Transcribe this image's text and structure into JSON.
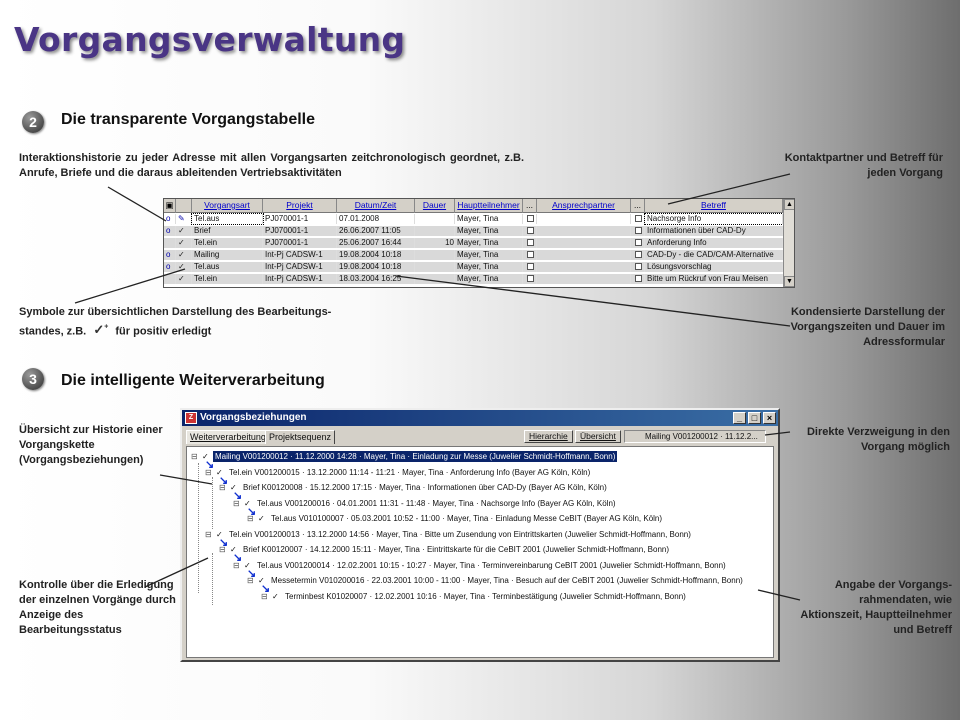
{
  "page_title": "Vorgangsverwaltung",
  "section2": {
    "num": "2",
    "title": "Die transparente Vorgangstabelle"
  },
  "section3": {
    "num": "3",
    "title": "Die intelligente Weiterverarbeitung"
  },
  "annotations": {
    "interaktion": "Interaktionshistorie zu jeder Adresse mit allen Vorgangsarten zeitchronologisch geordnet, z.B. Anrufe, Briefe und die daraus ableitenden Vertriebsaktivitäten",
    "kontakt": "Kontaktpartner und Betreff für jeden Vorgang",
    "symbole_a": "Symbole zur übersichtlichen Darstellung des Bearbeitungs-",
    "symbole_b": "standes, z.B.",
    "symbole_c": "für positiv erledigt",
    "kondensiert": "Kondensierte Darstellung der Vorgangszeiten und Dauer im Adressformular",
    "uebersicht": "Übersicht zur Historie einer Vorgangskette (Vorgangsbeziehungen)",
    "direkte": "Direkte Verzweigung in den Vorgang möglich",
    "kontrolle": "Kontrolle über die Erledigung der einzelnen Vorgänge durch Anzeige des Bearbeitungsstatus",
    "angabe": "Angabe der Vorgangs-rahmendaten, wie Aktionszeit, Hauptteilnehmer und Betreff"
  },
  "grid": {
    "headers": [
      "Vorgangsart",
      "Projekt",
      "Datum/Zeit",
      "Dauer",
      "Hauptteilnehmer",
      "...",
      "Ansprechpartner",
      "...",
      "Betreff"
    ],
    "rows": [
      {
        "art": "Tel.aus",
        "projekt": "PJ070001-1",
        "datum": "07.01.2008",
        "dauer": "",
        "haupt": "Mayer, Tina",
        "betreff": "Nachsorge Info"
      },
      {
        "art": "Brief",
        "projekt": "PJ070001-1",
        "datum": "26.06.2007 11:05",
        "dauer": "",
        "haupt": "Mayer, Tina",
        "betreff": "Informationen über CAD-Dy"
      },
      {
        "art": "Tel.ein",
        "projekt": "PJ070001-1",
        "datum": "25.06.2007 16:44",
        "dauer": "10",
        "haupt": "Mayer, Tina",
        "betreff": "Anforderung Info"
      },
      {
        "art": "Mailing",
        "projekt": "Int-Pj CADSW-1",
        "datum": "19.08.2004 10:18",
        "dauer": "",
        "haupt": "Mayer, Tina",
        "betreff": "CAD-Dy - die CAD/CAM-Alternative"
      },
      {
        "art": "Tel.aus",
        "projekt": "Int-Pj CADSW-1",
        "datum": "19.08.2004 10:18",
        "dauer": "",
        "haupt": "Mayer, Tina",
        "betreff": "Lösungsvorschlag"
      },
      {
        "art": "Tel.ein",
        "projekt": "Int-Pj CADSW-1",
        "datum": "18.03.2004 16:25",
        "dauer": "",
        "haupt": "Mayer, Tina",
        "betreff": "Bitte um Rückruf von Frau Meisen"
      }
    ]
  },
  "window": {
    "title": "Vorgangsbeziehungen",
    "tabs": [
      "Weiterverarbeitung",
      "Projektsequenz"
    ],
    "btn_hierarchie": "Hierarchie",
    "btn_uebersicht": "Übersicht",
    "status": "Mailing V001200012  ·  11.12.2...",
    "nodes": [
      "Mailing V001200012  ·  11.12.2000 14:28  ·  Mayer, Tina  ·  Einladung zur Messe (Juwelier Schmidt-Hoffmann, Bonn)",
      "Tel.ein V001200015  ·  13.12.2000 11:14 - 11:21  ·  Mayer, Tina  ·  Anforderung Info (Bayer AG Köln, Köln)",
      "Brief K00120008  ·  15.12.2000 17:15  ·  Mayer, Tina  ·  Informationen über CAD-Dy (Bayer AG Köln, Köln)",
      "Tel.aus V001200016  ·  04.01.2001 11:31 - 11:48  ·  Mayer, Tina  ·  Nachsorge Info (Bayer AG Köln, Köln)",
      "Tel.aus V010100007  ·  05.03.2001 10:52 - 11:00  ·  Mayer, Tina  ·  Einladung Messe CeBIT (Bayer AG Köln, Köln)",
      "Tel.ein V001200013  ·  13.12.2000 14:56  ·  Mayer, Tina  ·  Bitte um Zusendung von Eintrittskarten (Juwelier Schmidt-Hoffmann, Bonn)",
      "Brief K00120007  ·  14.12.2000 15:11  ·  Mayer, Tina  ·  Eintrittskarte für die CeBIT 2001 (Juwelier Schmidt-Hoffmann, Bonn)",
      "Tel.aus V001200014  ·  12.02.2001 10:15 - 10:27  ·  Mayer, Tina  ·  Terminvereinbarung CeBIT 2001 (Juwelier Schmidt-Hoffmann, Bonn)",
      "Messetermin V010200016  ·  22.03.2001 10:00 - 11:00  ·  Mayer, Tina  ·  Besuch auf der CeBIT 2001 (Juwelier Schmidt-Hoffmann, Bonn)",
      "Terminbest K01020007  ·  12.02.2001 10:16  ·  Mayer, Tina  ·  Terminbestätigung (Juwelier Schmidt-Hoffmann, Bonn)"
    ]
  }
}
